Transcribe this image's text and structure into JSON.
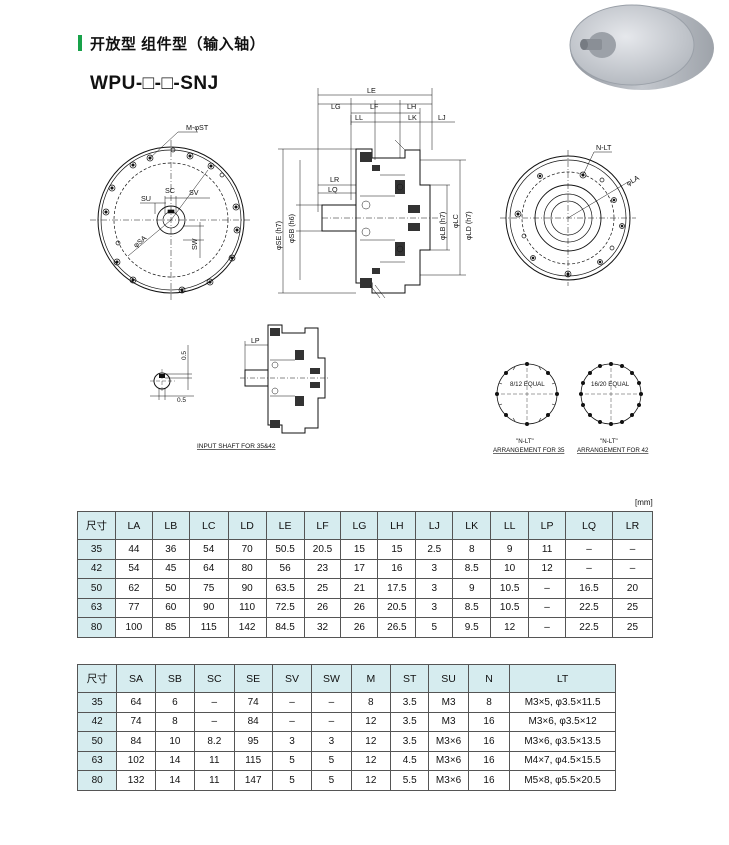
{
  "heading": {
    "title_cn": "开放型 组件型（输入轴）",
    "model": "WPU-□-□-SNJ"
  },
  "drawing_labels": {
    "front": {
      "mst": "M-φST",
      "su": "SU",
      "sc": "SC",
      "sv": "SV",
      "sw": "SW",
      "sa": "φSA"
    },
    "side": {
      "le": "LE",
      "lg": "LG",
      "lf": "LF",
      "lh": "LH",
      "ll": "LL",
      "lk": "LK",
      "lj": "LJ",
      "lr": "LR",
      "lq": "LQ",
      "se": "φSE (h7)",
      "sb": "φSB (h6)",
      "lb": "φLB (h7)",
      "lc": "φLC",
      "ld": "φLD (h7)"
    },
    "rear": {
      "nlt": "N-LT",
      "la": "φLA"
    },
    "shaft": {
      "dim1": "0.5",
      "dim2": "0.5",
      "lp": "LP",
      "caption": "INPUT SHAFT FOR 35&42"
    },
    "arr35": {
      "inner": "8/12 EQUAL",
      "title": "\"N-LT\"",
      "caption": "ARRANGEMENT FOR 35"
    },
    "arr42": {
      "inner": "16/20 EQUAL",
      "title": "\"N-LT\"",
      "caption": "ARRANGEMENT FOR 42"
    }
  },
  "unit_label": "[mm]",
  "table1": {
    "headers": [
      "尺寸",
      "LA",
      "LB",
      "LC",
      "LD",
      "LE",
      "LF",
      "LG",
      "LH",
      "LJ",
      "LK",
      "LL",
      "LP",
      "LQ",
      "LR"
    ],
    "rows": [
      [
        "35",
        "44",
        "36",
        "54",
        "70",
        "50.5",
        "20.5",
        "15",
        "15",
        "2.5",
        "8",
        "9",
        "11",
        "–",
        "–"
      ],
      [
        "42",
        "54",
        "45",
        "64",
        "80",
        "56",
        "23",
        "17",
        "16",
        "3",
        "8.5",
        "10",
        "12",
        "–",
        "–"
      ],
      [
        "50",
        "62",
        "50",
        "75",
        "90",
        "63.5",
        "25",
        "21",
        "17.5",
        "3",
        "9",
        "10.5",
        "–",
        "16.5",
        "20"
      ],
      [
        "63",
        "77",
        "60",
        "90",
        "110",
        "72.5",
        "26",
        "26",
        "20.5",
        "3",
        "8.5",
        "10.5",
        "–",
        "22.5",
        "25"
      ],
      [
        "80",
        "100",
        "85",
        "115",
        "142",
        "84.5",
        "32",
        "26",
        "26.5",
        "5",
        "9.5",
        "12",
        "–",
        "22.5",
        "25"
      ]
    ]
  },
  "table2": {
    "headers": [
      "尺寸",
      "SA",
      "SB",
      "SC",
      "SE",
      "SV",
      "SW",
      "M",
      "ST",
      "SU",
      "N",
      "LT"
    ],
    "rows": [
      [
        "35",
        "64",
        "6",
        "–",
        "74",
        "–",
        "–",
        "8",
        "3.5",
        "M3",
        "8",
        "M3×5, φ3.5×11.5"
      ],
      [
        "42",
        "74",
        "8",
        "–",
        "84",
        "–",
        "–",
        "12",
        "3.5",
        "M3",
        "16",
        "M3×6, φ3.5×12"
      ],
      [
        "50",
        "84",
        "10",
        "8.2",
        "95",
        "3",
        "3",
        "12",
        "3.5",
        "M3×6",
        "16",
        "M3×6, φ3.5×13.5"
      ],
      [
        "63",
        "102",
        "14",
        "11",
        "115",
        "5",
        "5",
        "12",
        "4.5",
        "M3×6",
        "16",
        "M4×7, φ4.5×15.5"
      ],
      [
        "80",
        "132",
        "14",
        "11",
        "147",
        "5",
        "5",
        "12",
        "5.5",
        "M3×6",
        "16",
        "M5×8, φ5.5×20.5"
      ]
    ]
  }
}
